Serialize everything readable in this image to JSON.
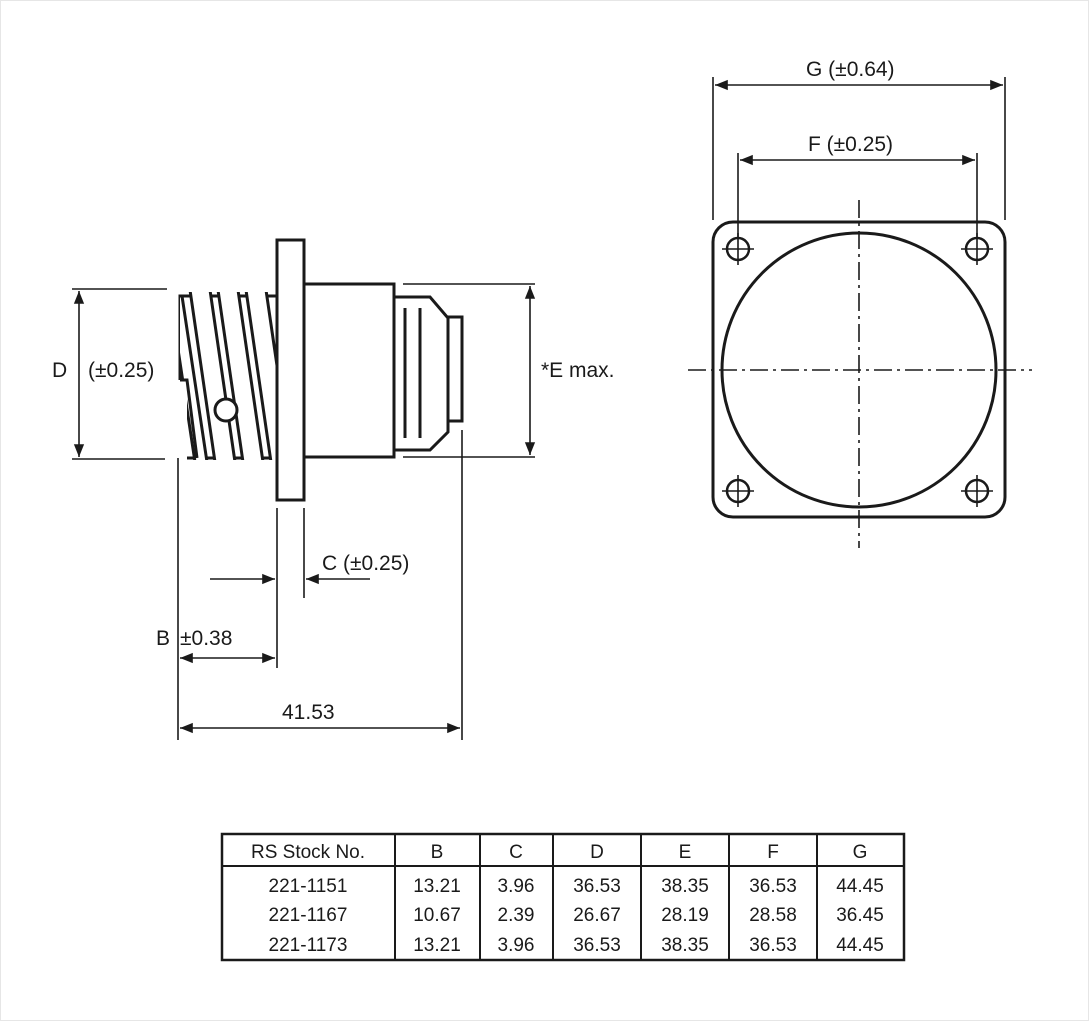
{
  "side_view": {
    "dim_d": "D",
    "dim_d_tol": "(±0.25)",
    "dim_e": "*E max.",
    "dim_c": "C (±0.25)",
    "dim_b": "B",
    "dim_b_tol": "±0.38",
    "overall_length": "41.53"
  },
  "front_view": {
    "dim_g": "G (±0.64)",
    "dim_f": "F (±0.25)"
  },
  "table": {
    "headers": [
      "RS Stock No.",
      "B",
      "C",
      "D",
      "E",
      "F",
      "G"
    ],
    "rows": [
      [
        "221-1151",
        "13.21",
        "3.96",
        "36.53",
        "38.35",
        "36.53",
        "44.45"
      ],
      [
        "221-1167",
        "10.67",
        "2.39",
        "26.67",
        "28.19",
        "28.58",
        "36.45"
      ],
      [
        "221-1173",
        "13.21",
        "3.96",
        "36.53",
        "38.35",
        "36.53",
        "44.45"
      ]
    ]
  }
}
